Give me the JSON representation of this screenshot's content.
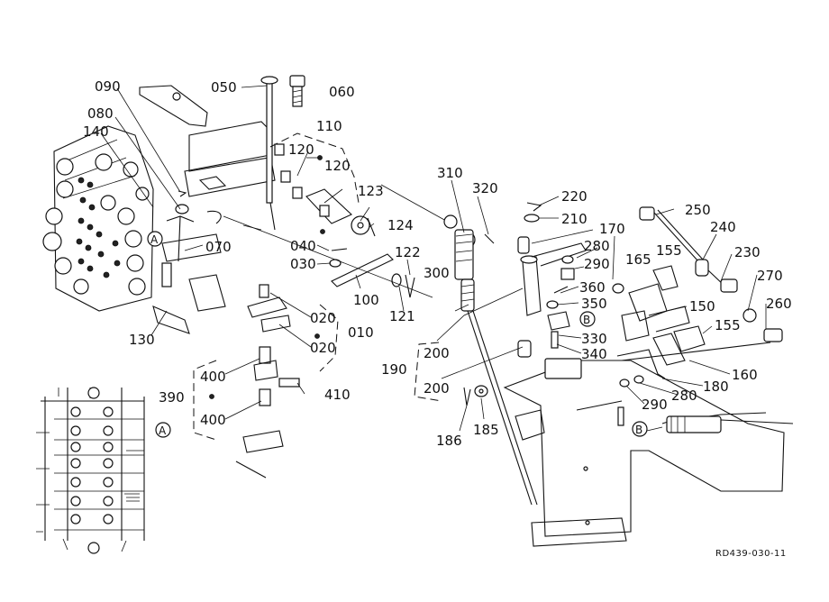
{
  "labels": {
    "p050": "050",
    "p060": "060",
    "p090": "090",
    "p080": "080",
    "p110": "110",
    "p140": "140",
    "p120a": "120",
    "p120b": "120",
    "p123": "123",
    "p124": "124",
    "p070": "070",
    "p040": "040",
    "p030": "030",
    "p122": "122",
    "p100": "100",
    "p121": "121",
    "p130": "130",
    "p020a": "020",
    "p020b": "020",
    "p010": "010",
    "p400a": "400",
    "p390": "390",
    "p410": "410",
    "p400b": "400",
    "p310": "310",
    "p320": "320",
    "p220": "220",
    "p210": "210",
    "p170": "170",
    "p250": "250",
    "p240": "240",
    "p280a": "280",
    "p155a": "155",
    "p290a": "290",
    "p165": "165",
    "p230": "230",
    "p300": "300",
    "p360": "360",
    "p350": "350",
    "p270": "270",
    "p150": "150",
    "p260": "260",
    "p330": "330",
    "p340": "340",
    "p155b": "155",
    "p200a": "200",
    "p190": "190",
    "p160": "160",
    "p180": "180",
    "p200b": "200",
    "p280b": "280",
    "p290b": "290",
    "p186": "186",
    "p185": "185"
  },
  "markers": {
    "a1": "A",
    "a2": "A",
    "b1": "B",
    "b2": "B"
  },
  "reference": "RD439-030-11"
}
